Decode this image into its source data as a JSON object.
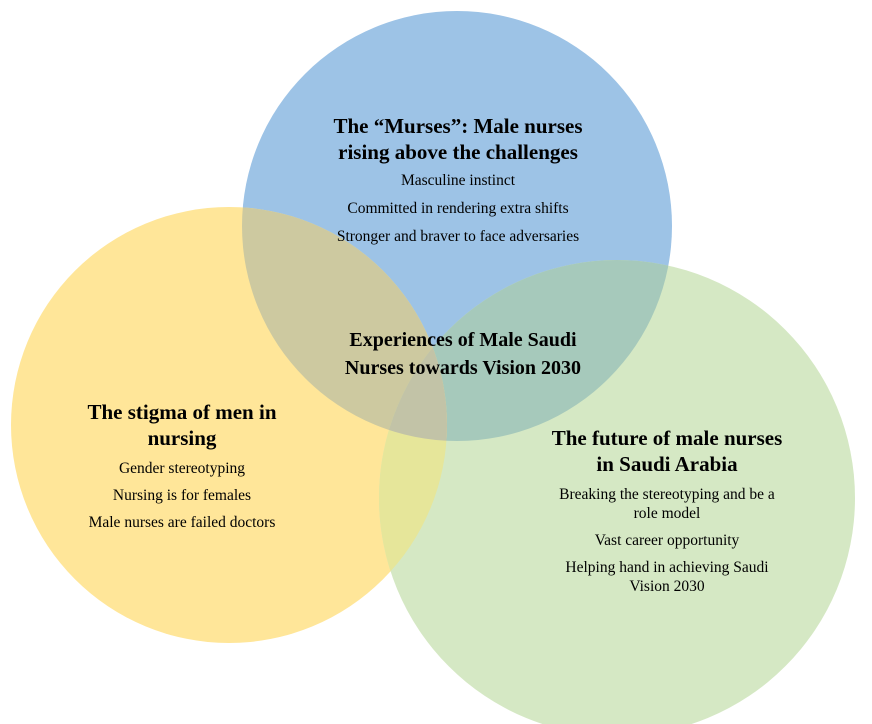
{
  "colors": {
    "top_circle": "#9dc3e6",
    "left_circle": "#ffe699",
    "right_circle": "#d5e8c4",
    "top_left_overlap": "#cdc9a0",
    "top_right_overlap": "#a6c9bb",
    "left_right_overlap": "#e6e69a",
    "center_overlap": "#c2c3a7"
  },
  "center": {
    "title_line1": "Experiences of Male Saudi",
    "title_line2": "Nurses towards Vision 2030"
  },
  "top": {
    "title_line1": "The “Murses”: Male nurses",
    "title_line2": "rising above the challenges",
    "items": [
      "Masculine instinct",
      "Committed in rendering extra shifts",
      "Stronger and braver to face adversaries"
    ]
  },
  "left": {
    "title_line1": "The stigma of men in",
    "title_line2": "nursing",
    "items": [
      "Gender stereotyping",
      "Nursing is for females",
      "Male nurses are failed doctors"
    ]
  },
  "right": {
    "title_line1": "The future of male nurses",
    "title_line2": "in Saudi Arabia",
    "items": [
      "Breaking the stereotyping and be a",
      "role model",
      "Vast career opportunity",
      "Helping hand in achieving Saudi",
      "Vision 2030"
    ]
  }
}
